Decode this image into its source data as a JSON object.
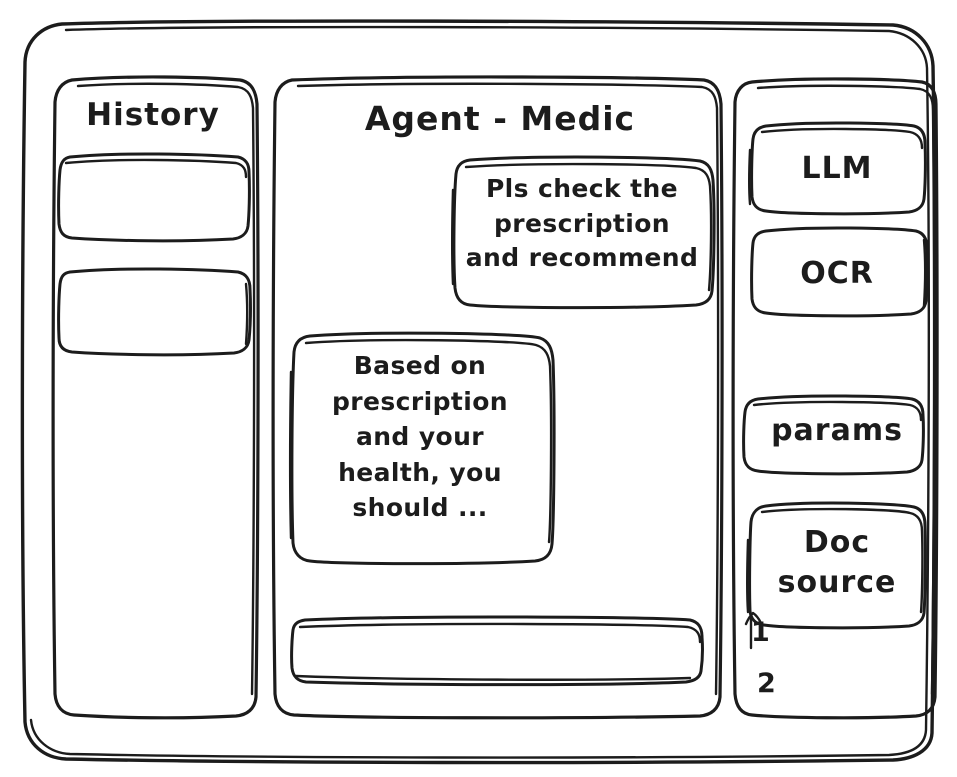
{
  "app": {
    "style": "hand-drawn-wireframe",
    "ink_color": "#1c1c1c",
    "paper_color": "#ffffff"
  },
  "sidebar_left": {
    "title": "History",
    "items": [
      {
        "label": "",
        "name": "history-item-1"
      },
      {
        "label": "",
        "name": "history-item-2"
      }
    ]
  },
  "main": {
    "title": "Agent - Medic",
    "messages": [
      {
        "role": "user",
        "text": "Pls check the\nprescription\nand recommend"
      },
      {
        "role": "assistant",
        "text": "Based on\nprescription\nand your\nhealth, you\nshould ..."
      }
    ],
    "composer": {
      "value": "",
      "placeholder": ""
    }
  },
  "sidebar_right": {
    "tools": [
      {
        "label": "LLM",
        "name": "tool-llm"
      },
      {
        "label": "OCR",
        "name": "tool-ocr"
      },
      {
        "label": "params",
        "name": "tool-params"
      },
      {
        "label": "Doc\nsource",
        "name": "tool-doc-source"
      }
    ],
    "doc_sources": [
      {
        "label": "1"
      },
      {
        "label": "2"
      }
    ]
  }
}
